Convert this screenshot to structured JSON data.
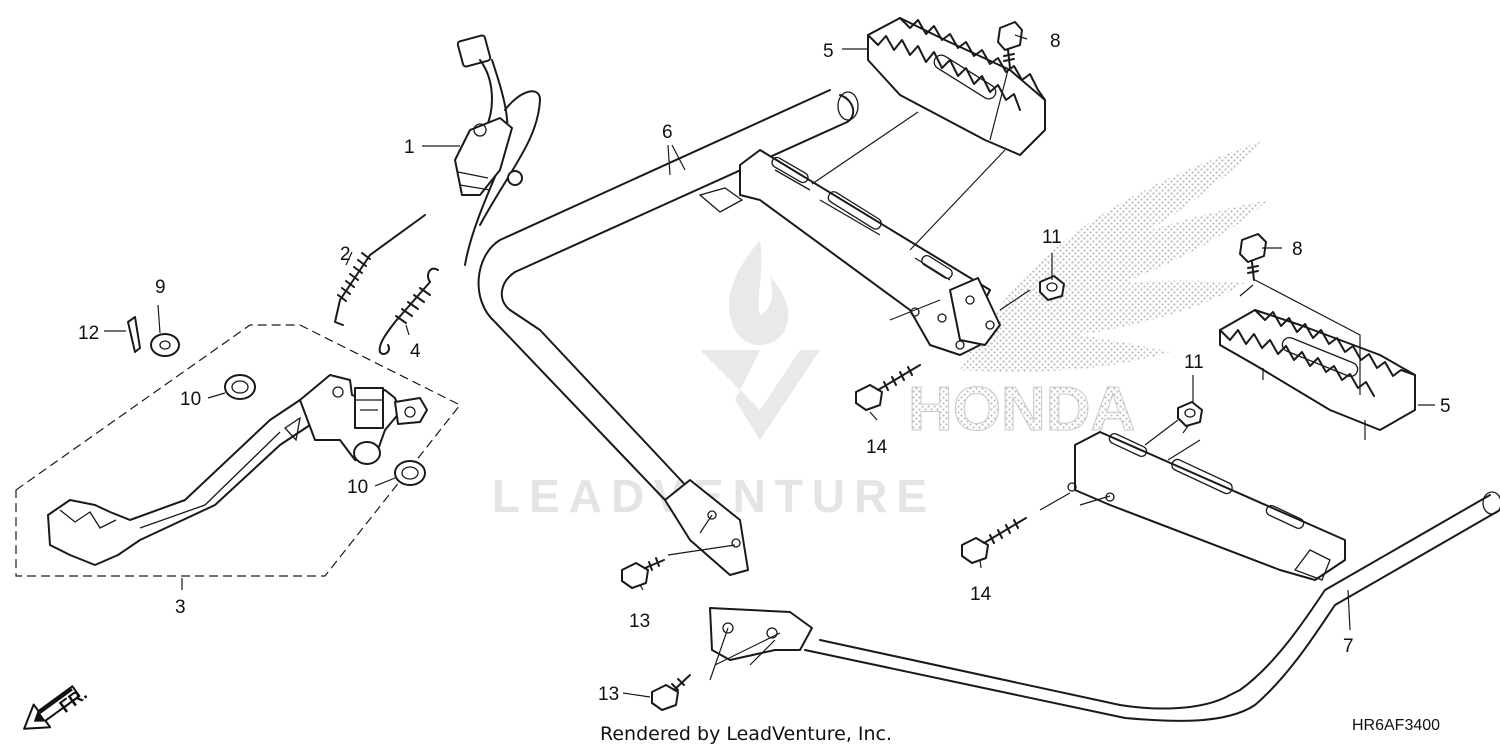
{
  "watermark": {
    "text": "LEADVENTURE"
  },
  "brand_mark": {
    "text": "HONDA"
  },
  "callouts": {
    "c1": "1",
    "c2": "2",
    "c3": "3",
    "c4": "4",
    "c5a": "5",
    "c5b": "5",
    "c6": "6",
    "c7": "7",
    "c8a": "8",
    "c8b": "8",
    "c9": "9",
    "c10a": "10",
    "c10b": "10",
    "c11a": "11",
    "c11b": "11",
    "c12": "12",
    "c13a": "13",
    "c13b": "13",
    "c14a": "14",
    "c14b": "14"
  },
  "direction_label": "FR.",
  "footer": {
    "credit": "Rendered by LeadVenture, Inc.",
    "diagram_code": "HR6AF3400"
  },
  "icons": {
    "front_arrow": "arrow-down-left-icon",
    "brand_wing": "wing-logo-icon"
  }
}
